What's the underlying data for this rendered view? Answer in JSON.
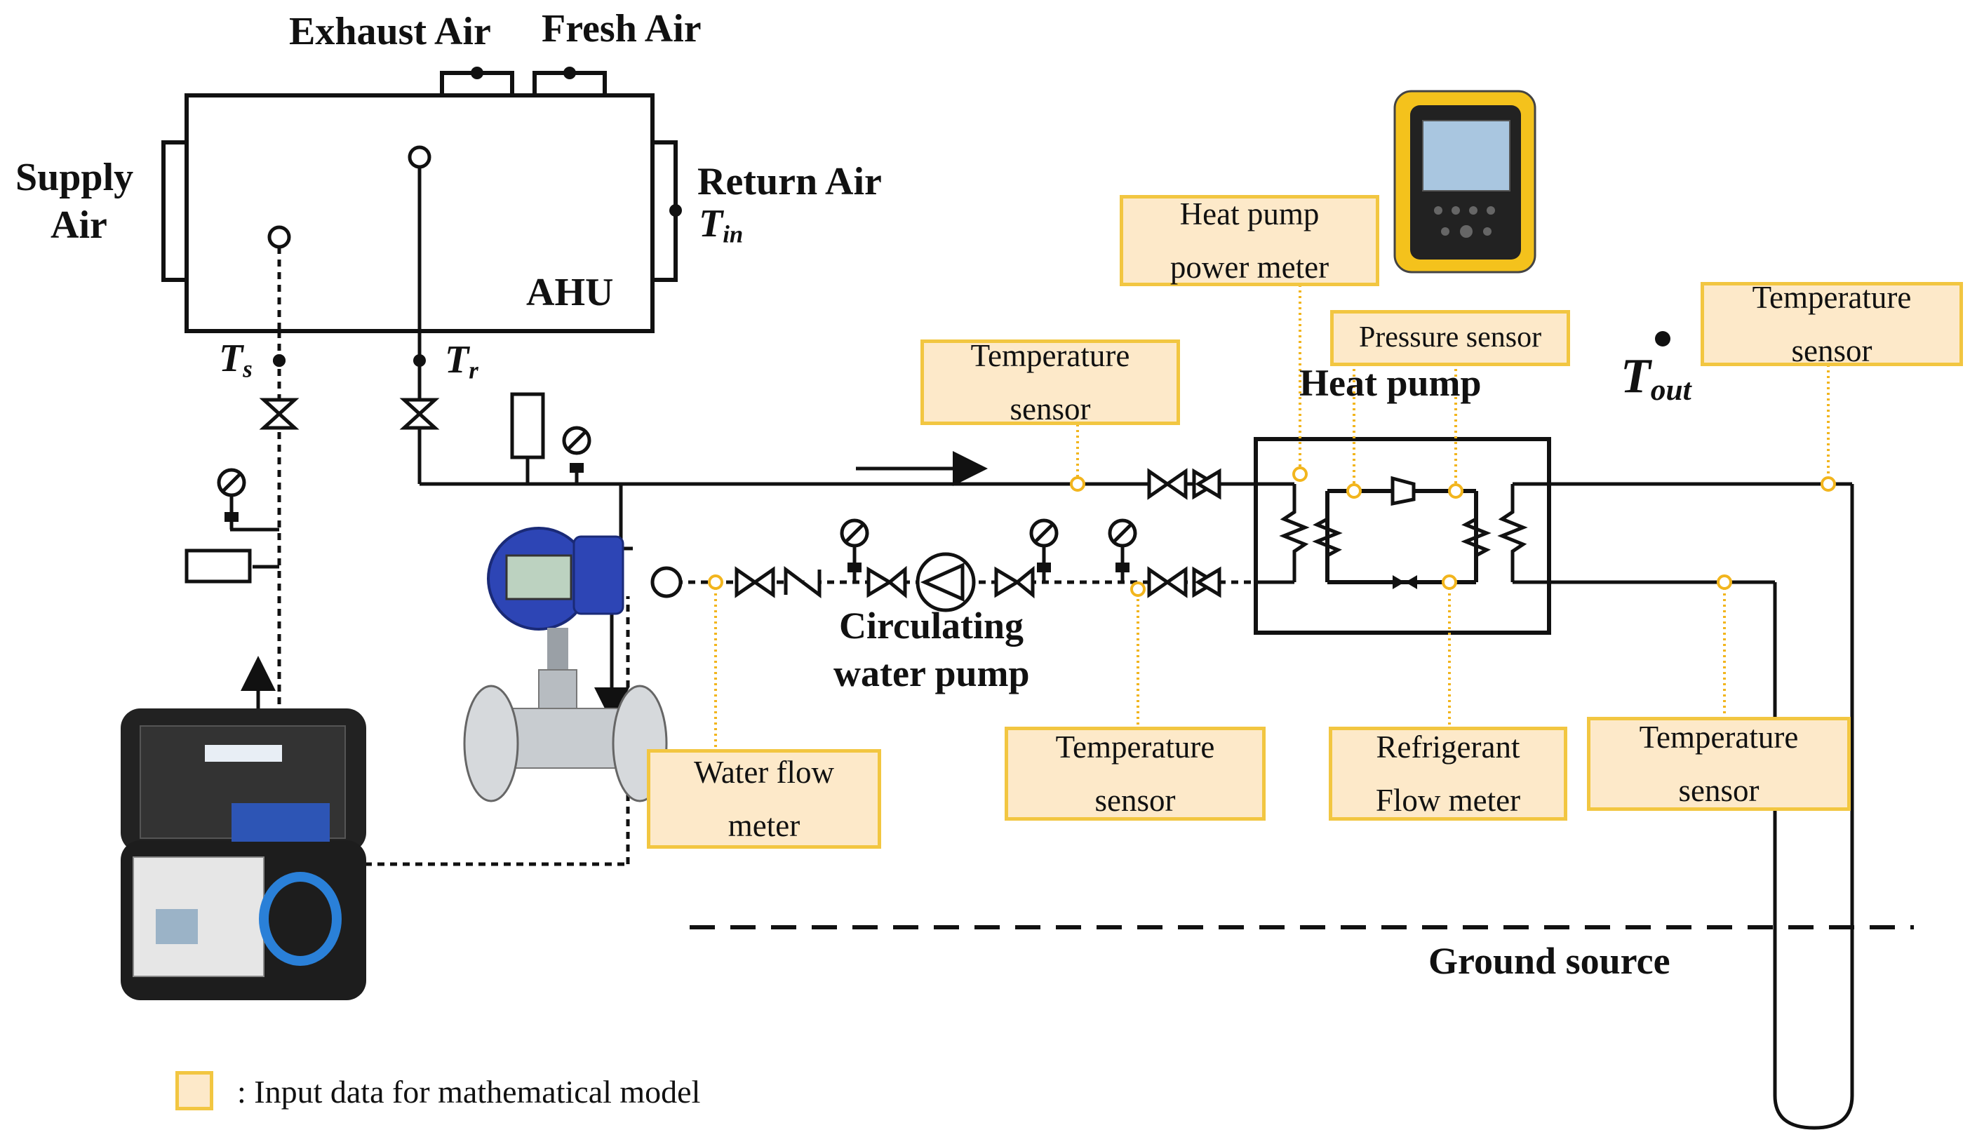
{
  "ahu": {
    "label": "AHU",
    "exhaust_air": "Exhaust Air",
    "fresh_air": "Fresh Air",
    "supply_air_line1": "Supply",
    "supply_air_line2": "Air",
    "return_air": "Return Air",
    "tin_main": "T",
    "tin_sub": "in",
    "ts_main": "T",
    "ts_sub": "s",
    "tr_main": "T",
    "tr_sub": "r"
  },
  "components": {
    "circulating_pump_line1": "Circulating",
    "circulating_pump_line2": "water pump",
    "heat_pump": "Heat pump",
    "tout_main": "T",
    "tout_sub": "out",
    "ground_source": "Ground source"
  },
  "input_boxes": {
    "temp_sensor_supply": [
      "Temperature",
      "sensor"
    ],
    "heat_pump_power_meter": [
      "Heat pump",
      "power meter"
    ],
    "pressure_sensor": [
      "Pressure sensor"
    ],
    "temp_sensor_ground_out": [
      "Temperature",
      "sensor"
    ],
    "water_flow_meter": [
      "Water  flow",
      "meter"
    ],
    "temp_sensor_return": [
      "Temperature",
      "sensor"
    ],
    "refrigerant_flow_meter": [
      "Refrigerant",
      "Flow meter"
    ],
    "temp_sensor_ground_in": [
      "Temperature",
      "sensor"
    ]
  },
  "legend": {
    "text": ": Input data for mathematical  model"
  },
  "colors": {
    "line": "#111111",
    "box_fill": "#fde9c9",
    "box_border": "#f2c641",
    "leader": "#f2b51d"
  }
}
